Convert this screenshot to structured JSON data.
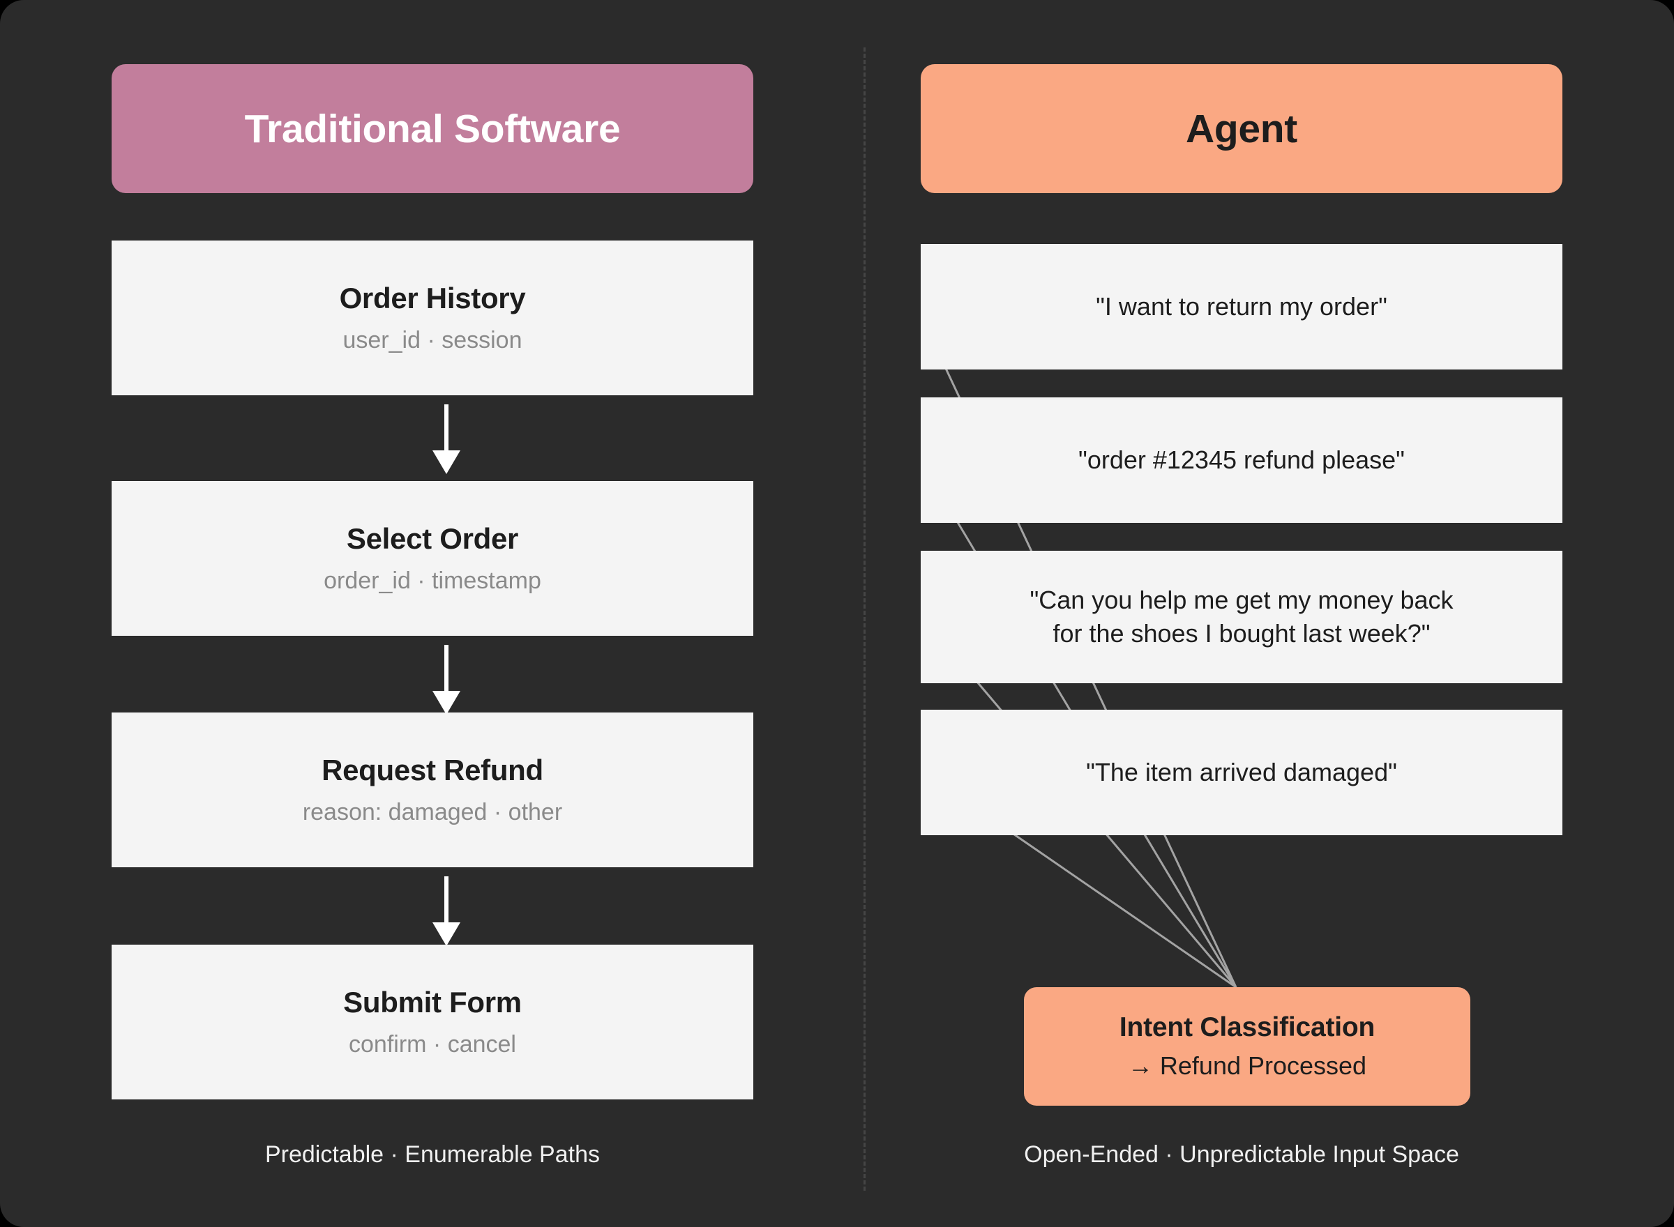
{
  "background_color": "#2b2b2b",
  "divider": {
    "style": "dashed",
    "color": "#454545"
  },
  "left_column": {
    "header": {
      "title": "Traditional Software",
      "background_color": "#c27e9c",
      "text_color": "#ffffff"
    },
    "steps": [
      {
        "title": "Order History",
        "subtitle": "user_id · session"
      },
      {
        "title": "Select Order",
        "subtitle": "order_id · timestamp"
      },
      {
        "title": "Request Refund",
        "subtitle": "reason: damaged · other"
      },
      {
        "title": "Submit Form",
        "subtitle": "confirm · cancel"
      }
    ],
    "footer_caption": "Predictable · Enumerable Paths"
  },
  "right_column": {
    "header": {
      "title": "Agent",
      "background_color": "#faa883",
      "text_color": "#1d1d1d"
    },
    "inputs": [
      {
        "lines": [
          "\"I want to return my order\""
        ]
      },
      {
        "lines": [
          "\"order #12345 refund please\""
        ]
      },
      {
        "lines": [
          "\"Can you help me get my money back",
          "for the shoes I bought last week?\""
        ]
      },
      {
        "lines": [
          "\"The item arrived damaged\""
        ]
      }
    ],
    "output_node": {
      "title": "Intent Classification",
      "subtitle": "→ Refund Processed",
      "background_color": "#faa883"
    },
    "footer_caption": "Open-Ended · Unpredictable Input Space"
  }
}
